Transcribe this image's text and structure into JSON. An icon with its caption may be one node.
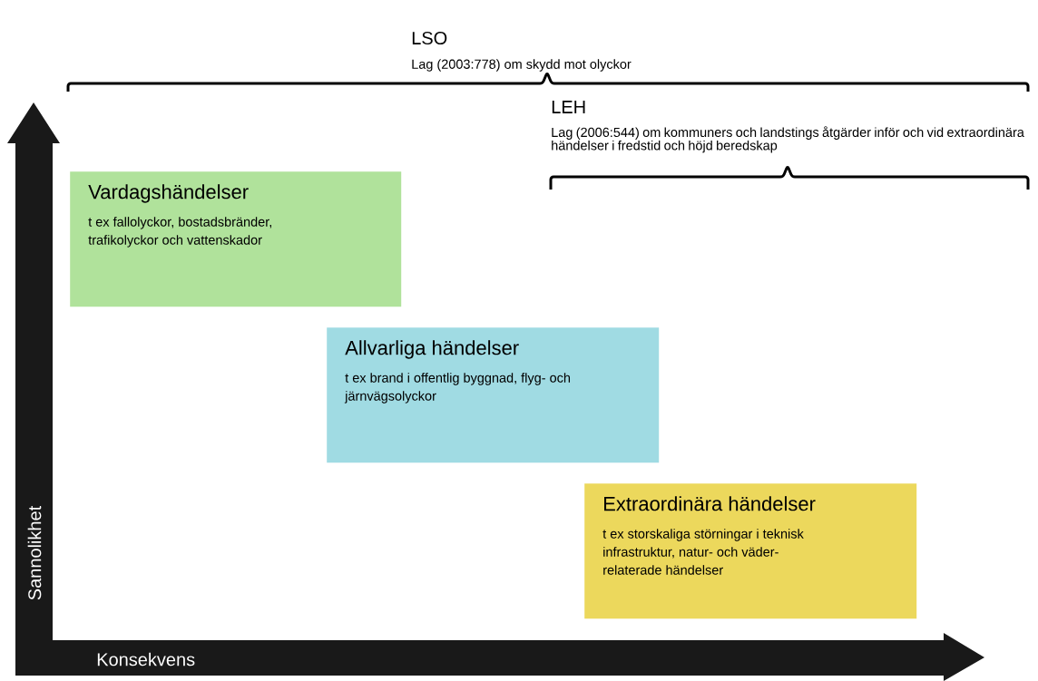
{
  "diagram": {
    "nodes": [
      {
        "text": [
          "Vardagshändelser",
          "t ex fallolyckor, bostadsbränder, trafikolyckor och vattenskador"
        ]
      },
      {
        "text": [
          "Allvarliga händelser",
          "t ex brand i offentlig byggnad, flyg- och järnvägsolyckor"
        ]
      },
      {
        "text": [
          "Extraordinära händelser",
          "t ex storskaliga störningar i teknisk infrastruktur, natur- och väder- relaterade händelser"
        ]
      }
    ],
    "labels": [
      "LSO",
      "Lag (2003:778) om skydd mot olyckor",
      "LEH",
      "Lag (2006:544) om kommuners och landstings åtgärder inför och vid extraordinära händelser i fredstid och höjd beredskap",
      "Sannolikhet",
      "Konsekvens"
    ]
  }
}
